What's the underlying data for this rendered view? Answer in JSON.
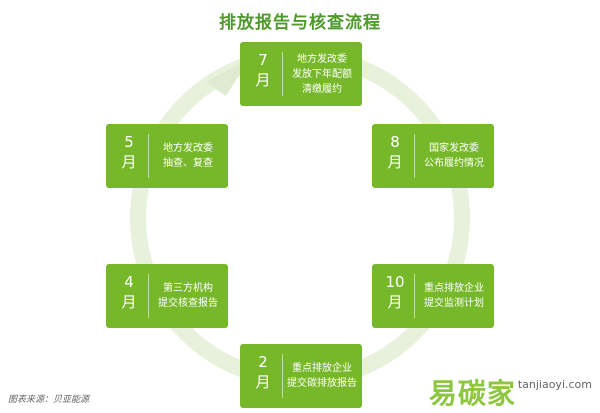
{
  "title": "排放报告与核查流程",
  "steps": [
    {
      "month_num": "7",
      "month_unit": "月",
      "lines": [
        "地方发改委",
        "发放下年配额",
        "清缴履约"
      ]
    },
    {
      "month_num": "8",
      "month_unit": "月",
      "lines": [
        "国家发改委",
        "公布履约情况"
      ]
    },
    {
      "month_num": "10",
      "month_unit": "月",
      "lines": [
        "重点排放企业",
        "提交监测计划"
      ]
    },
    {
      "month_num": "2",
      "month_unit": "月",
      "lines": [
        "重点排放企业",
        "提交碳排放报告"
      ]
    },
    {
      "month_num": "4",
      "month_unit": "月",
      "lines": [
        "第三方机构",
        "提交核查报告"
      ]
    },
    {
      "month_num": "5",
      "month_unit": "月",
      "lines": [
        "地方发改委",
        "抽查、复查"
      ]
    }
  ],
  "source": "图表来源：贝亚能源",
  "logo": {
    "cn": "易碳家",
    "en": "tanjiaoyi.com"
  },
  "colors": {
    "box": "#76b82a",
    "ring": "#e5efd6",
    "title": "#4f9a2c"
  }
}
